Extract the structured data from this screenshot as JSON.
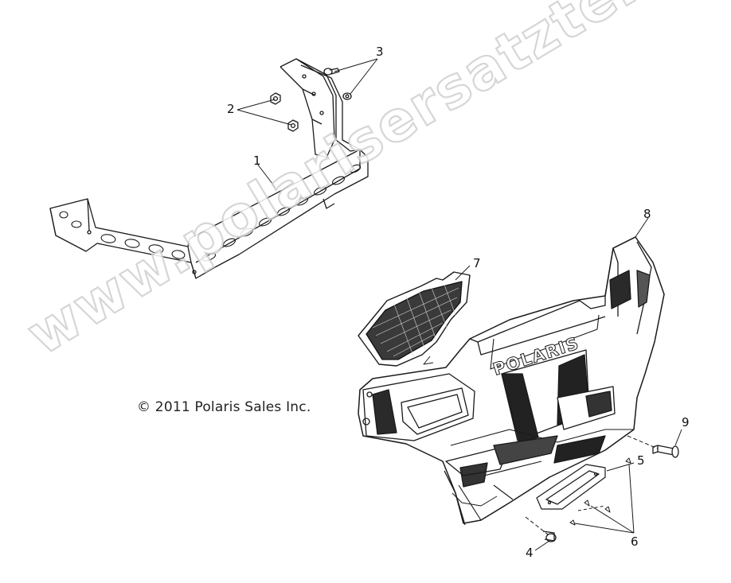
{
  "copyright": "© 2011 Polaris Sales Inc.",
  "watermark": "www.polarisersatzteile.de",
  "callouts": {
    "c1": "1",
    "c2": "2",
    "c3": "3",
    "c4": "4",
    "c5": "5",
    "c6": "6",
    "c7": "7",
    "c8": "8",
    "c9": "9"
  },
  "bumper_logo": "POLARIS"
}
